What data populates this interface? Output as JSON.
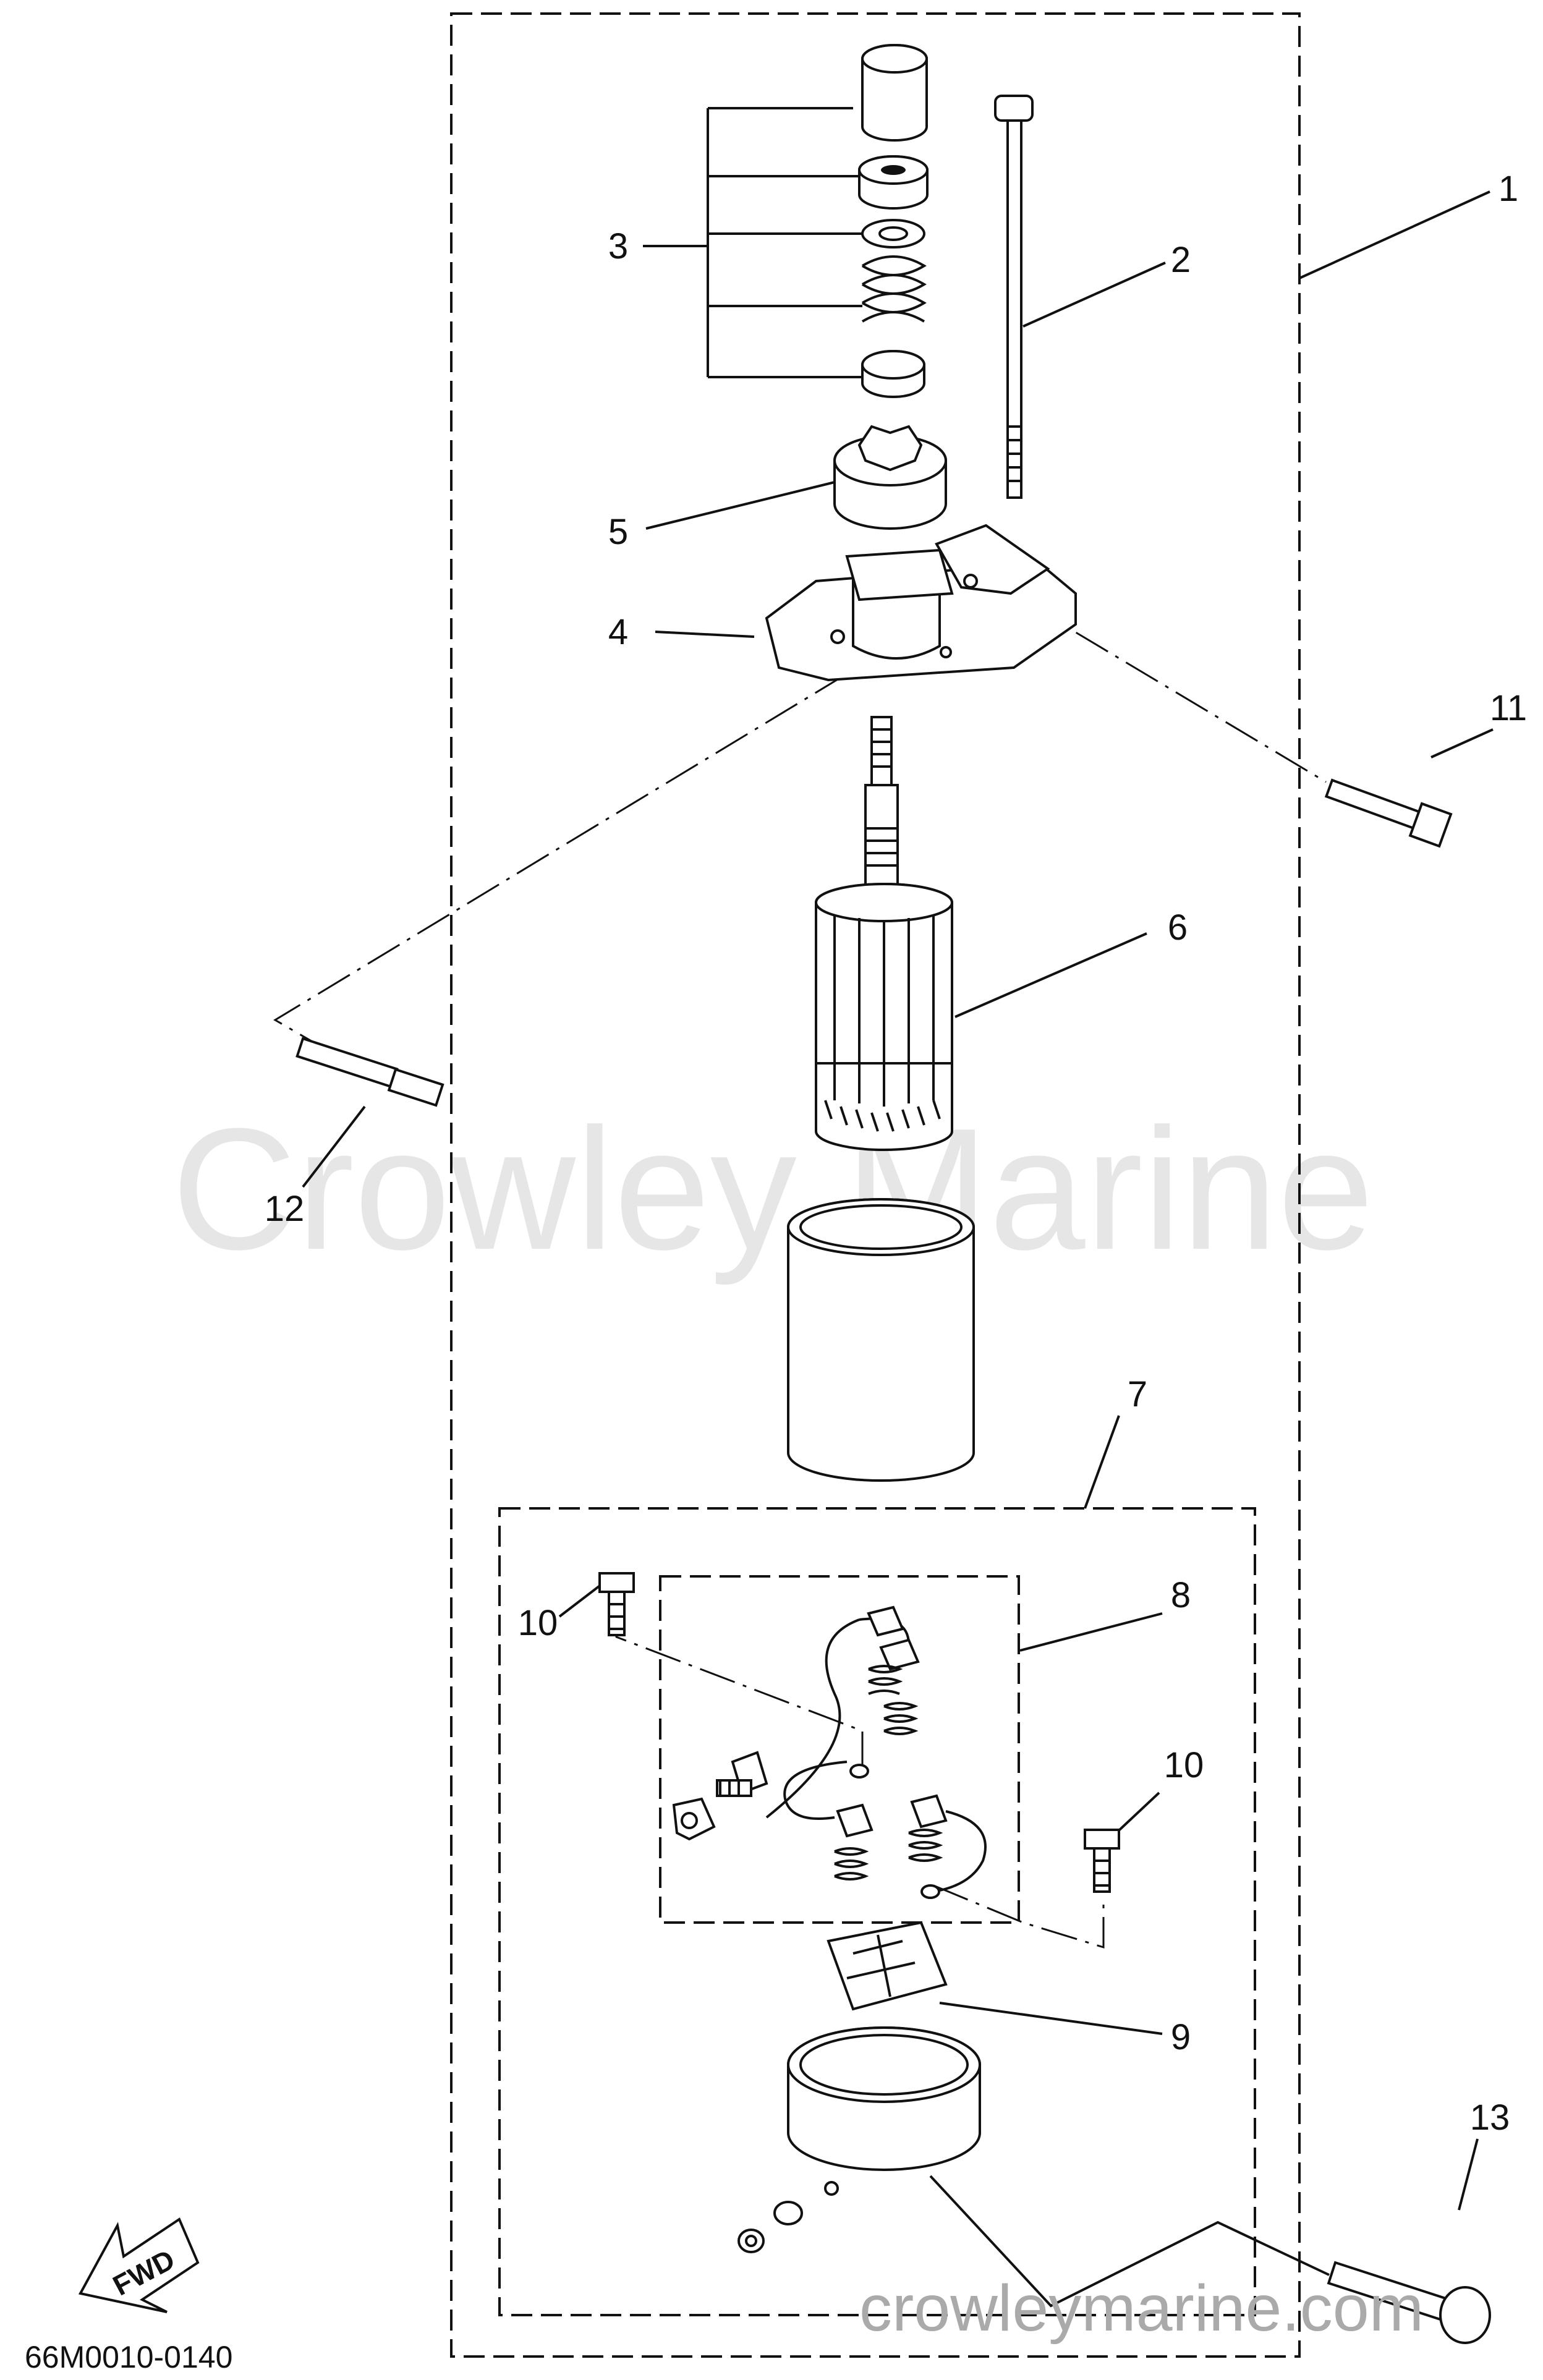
{
  "diagram": {
    "callouts": [
      "1",
      "2",
      "3",
      "4",
      "5",
      "6",
      "7",
      "8",
      "9",
      "10",
      "10",
      "11",
      "12",
      "13"
    ],
    "watermark_main": "Crowley Marine",
    "watermark_footer": "crowleymarine.com",
    "fwd_label": "FWD",
    "part_code": "66M0010-0140"
  }
}
